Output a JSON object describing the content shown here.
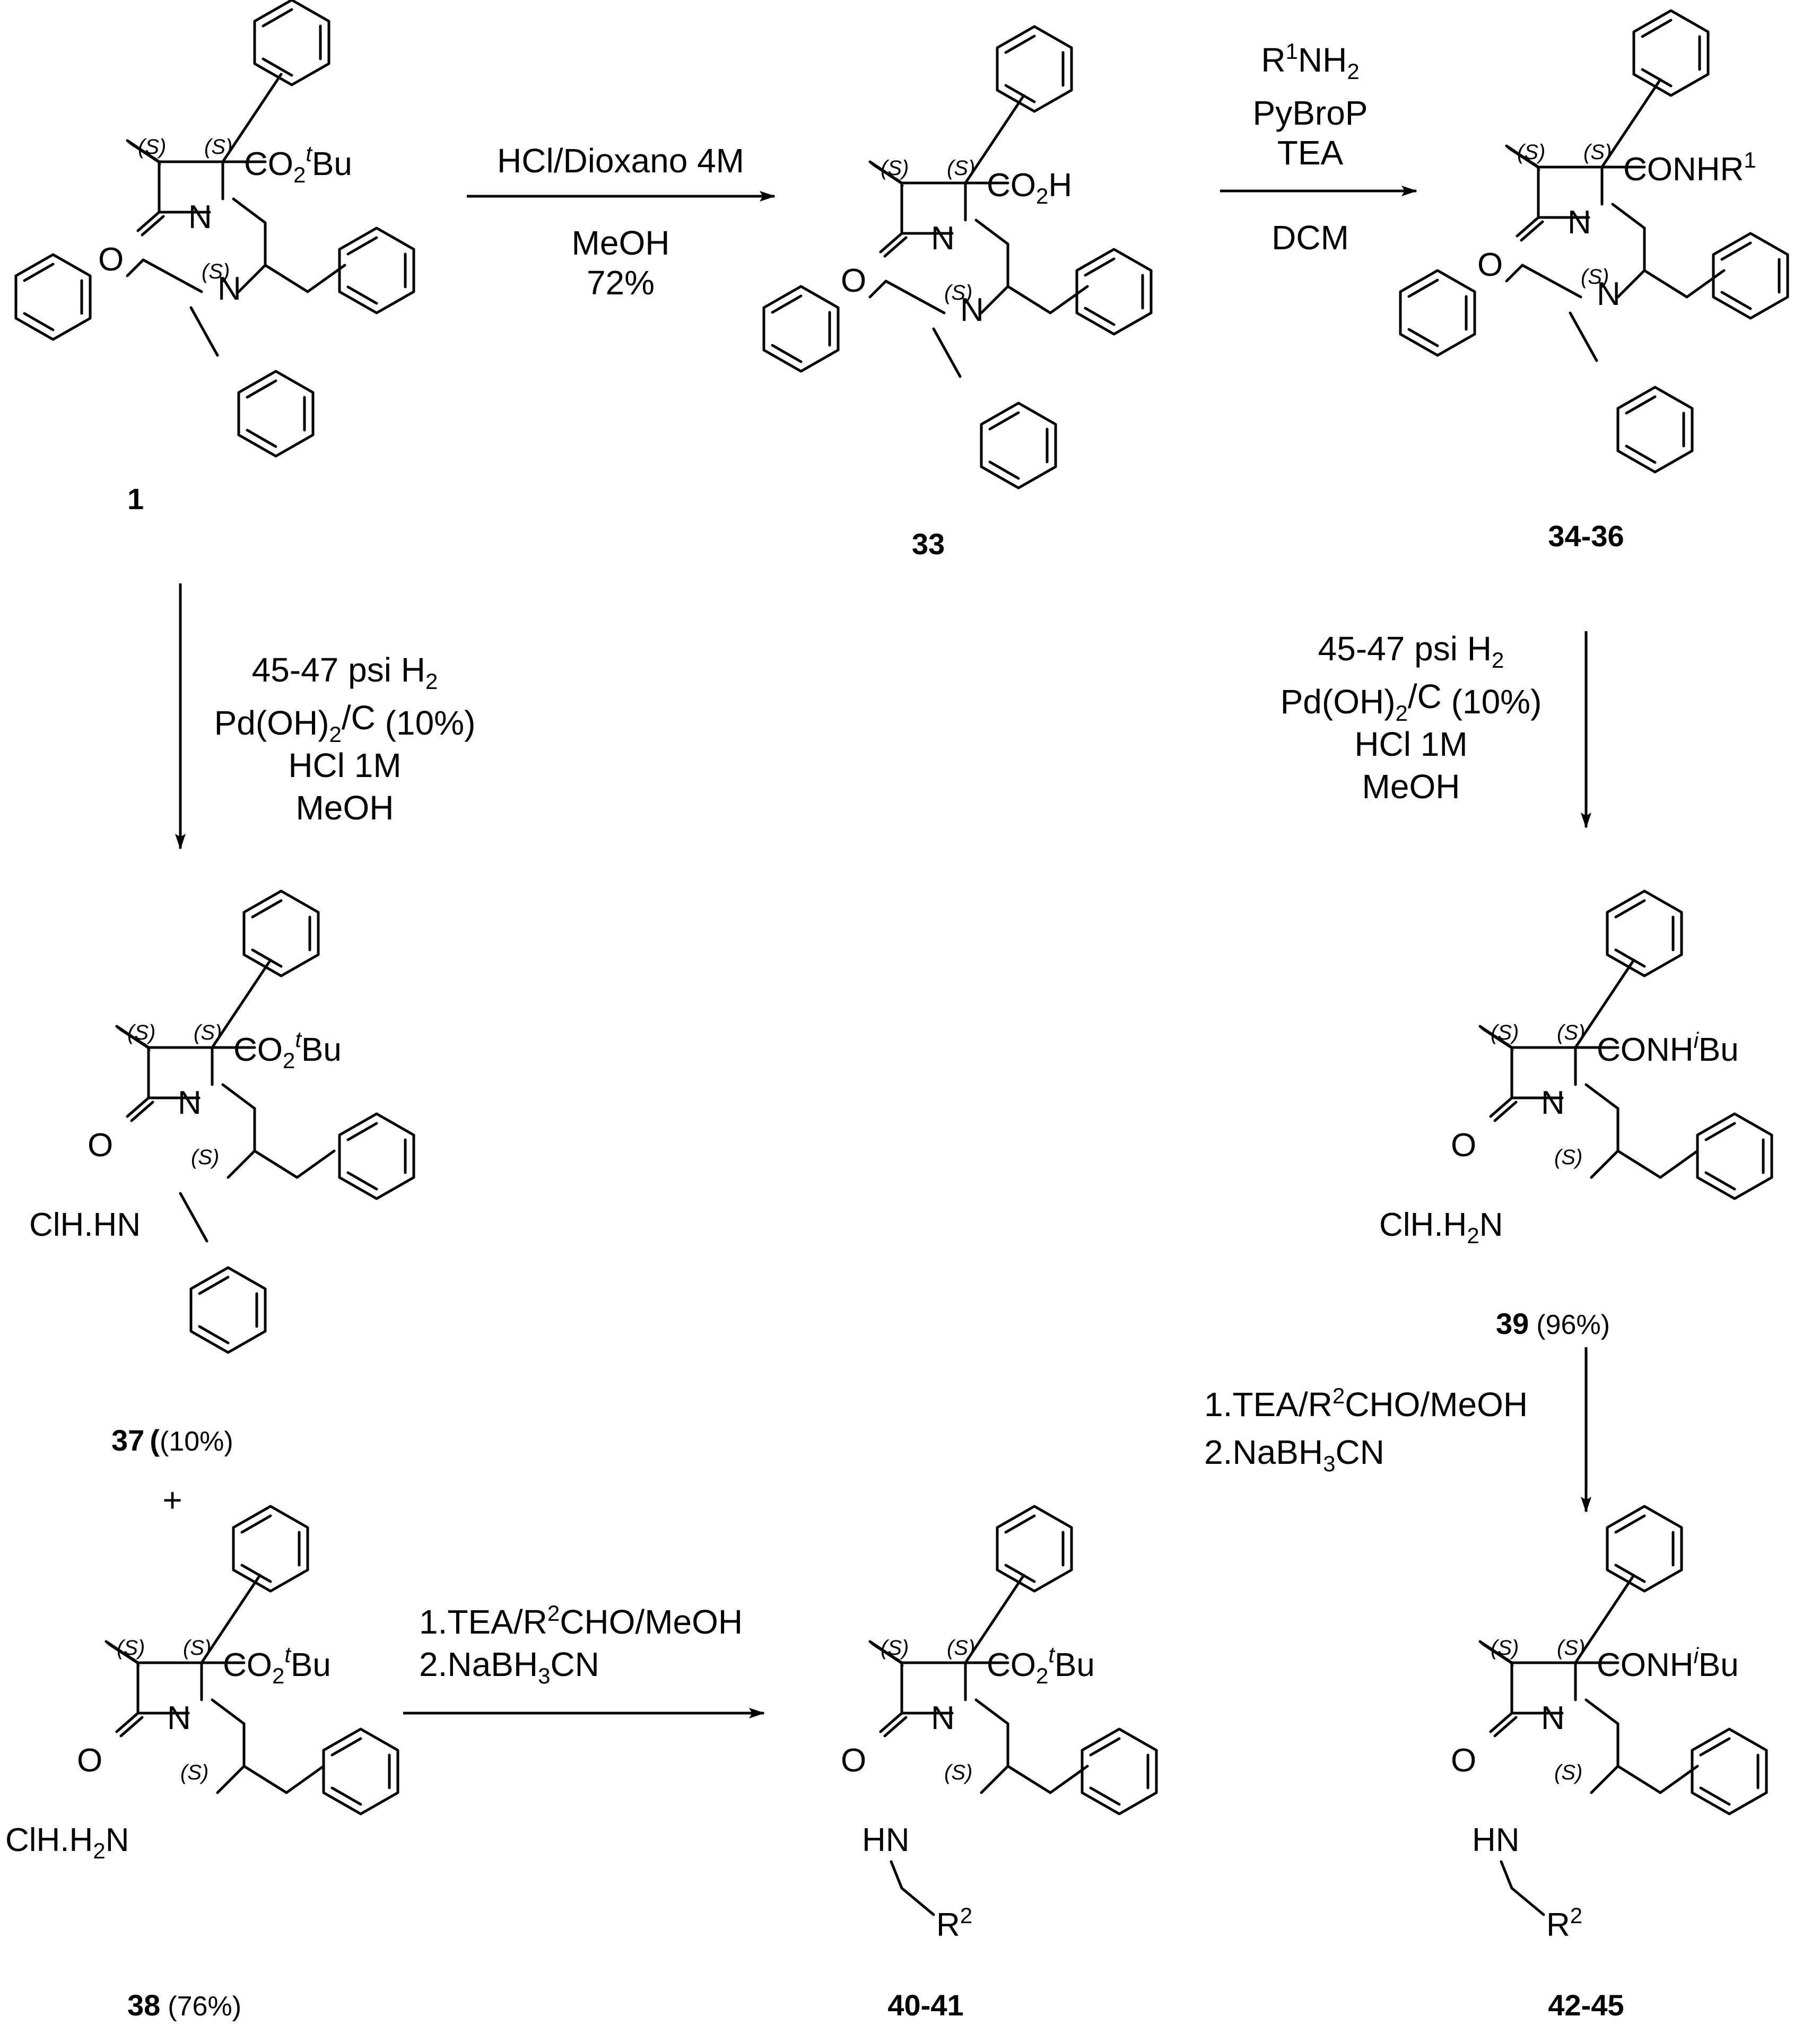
{
  "stereo_label": "(S)",
  "atoms": {
    "N": "N",
    "O": "O",
    "HN": "HN",
    "CO2_pre": "CO",
    "CO2_sub": "2",
    "CO2H_suffix": "H",
    "tBu_t": "t",
    "tBu_rest": "Bu",
    "CONH": "CONH",
    "CONHR_sup": "1",
    "R": "R",
    "iBu_i": "i",
    "R2_sup": "2",
    "ClH_HN": "ClH.HN",
    "ClH_H": "ClH.H",
    "sub2": "2"
  },
  "compounds": {
    "c1": "1",
    "c33": "33",
    "c34_36": "34-36",
    "c37": "37",
    "c37_yield": "(10%)",
    "c37_paren": "(",
    "c38": "38",
    "c38_yield": "(76%)",
    "c39": "39",
    "c39_yield": "(96%)",
    "c40_41": "40-41",
    "c42_45": "42-45",
    "plus": "+"
  },
  "conditions": {
    "a_top": "HCl/Dioxano 4M",
    "a_bottom1": "MeOH",
    "a_bottom2": "72%",
    "b_line1_R": "R",
    "b_line1_sup": "1",
    "b_line1_NH": "NH",
    "b_line1_sub": "2",
    "b_line2": "PyBroP",
    "b_line3": "TEA",
    "b_line4": "DCM",
    "hyd_line1": "45-47 psi H",
    "hyd_line1_sub": "2",
    "hyd_line2_a": "Pd(OH)",
    "hyd_line2_sub": "2",
    "hyd_line2_b": "/C",
    "hyd_line2_c": "(10%)",
    "hyd_line3": "HCl 1M",
    "hyd_line4": "MeOH",
    "ra_line1_a": "1.TEA/R",
    "ra_line1_sup": "2",
    "ra_line1_b": "CHO/MeOH",
    "ra_line2_a": "2.NaBH",
    "ra_line2_sub": "3",
    "ra_line2_b": "CN"
  }
}
